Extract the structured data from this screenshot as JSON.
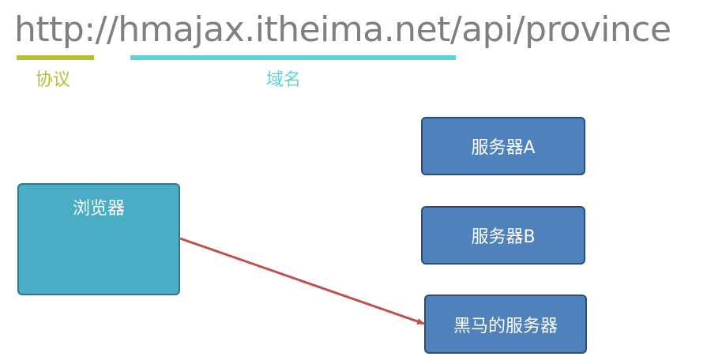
{
  "url": {
    "text": "http://hmajax.itheima.net/api/province"
  },
  "labels": {
    "protocol": "协议",
    "domain": "域名"
  },
  "boxes": {
    "browser": "浏览器",
    "server_a": "服务器A",
    "server_b": "服务器B",
    "server_itheima": "黑马的服务器"
  },
  "colors": {
    "protocol_accent": "#b5c230",
    "domain_accent": "#5cd4d4",
    "browser_fill": "#4aacc5",
    "server_fill": "#4f81bd",
    "arrow": "#c0504d"
  }
}
